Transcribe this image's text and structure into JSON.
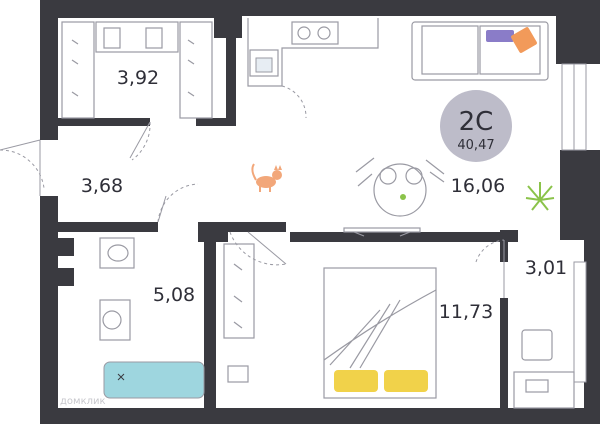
{
  "plan": {
    "apartment_type": "2С",
    "total_area": "40,47",
    "rooms": {
      "closet": "3,92",
      "hallway": "3,68",
      "living_kitchen": "16,06",
      "bathroom": "5,08",
      "bedroom": "11,73",
      "balcony": "3,01"
    },
    "watermark": "домклик",
    "colors": {
      "walls": "#3a3a40",
      "lines": "#9a9aa3",
      "badge": "#bdbcc9",
      "bath": "#9ed6df",
      "plant": "#8bc34a",
      "cat": "#f2a77a",
      "pillows": "#f1d24a"
    }
  }
}
